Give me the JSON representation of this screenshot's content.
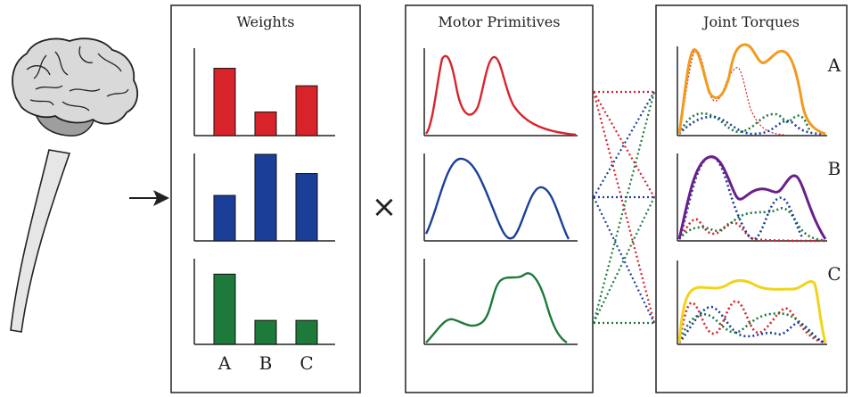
{
  "colors": {
    "red": "#d8232a",
    "blue": "#1b3f99",
    "green": "#1e7a3a",
    "orange": "#f29a1e",
    "purple": "#6a1f8a",
    "yellow": "#f2d31a",
    "frame": "#222222"
  },
  "panels": {
    "weights_title": "Weights",
    "primitives_title": "Motor Primitives",
    "torques_title": "Joint Torques"
  },
  "operator": "×",
  "categories": [
    "A",
    "B",
    "C"
  ],
  "torque_labels": [
    "A",
    "B",
    "C"
  ],
  "chart_data": [
    {
      "type": "bar",
      "categories": [
        "A",
        "B",
        "C"
      ],
      "series": [
        {
          "values": [
            0.77,
            0.27,
            0.57
          ]
        }
      ],
      "ylim": [
        0,
        1
      ],
      "color": "red"
    },
    {
      "type": "bar",
      "categories": [
        "A",
        "B",
        "C"
      ],
      "series": [
        {
          "values": [
            0.52,
            0.99,
            0.77
          ]
        }
      ],
      "ylim": [
        0,
        1
      ],
      "color": "blue"
    },
    {
      "type": "bar",
      "categories": [
        "A",
        "B",
        "C"
      ],
      "series": [
        {
          "values": [
            0.82,
            0.28,
            0.28
          ]
        }
      ],
      "ylim": [
        0,
        1
      ],
      "color": "green"
    }
  ],
  "icons": [
    "brain-icon",
    "arrow-right-icon",
    "multiply-icon"
  ]
}
